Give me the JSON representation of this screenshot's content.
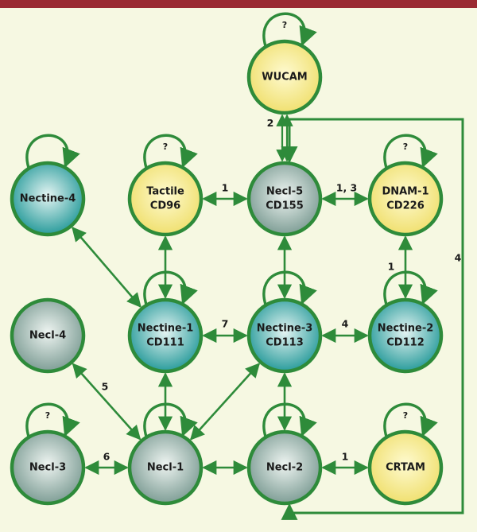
{
  "colors": {
    "background": "#f6f8e2",
    "top_bar": "#9a2a32",
    "edge": "#2e8b3a",
    "ring": "#2e8b3a",
    "teal_fill_center": "#e4f4f2",
    "teal_fill_edge": "#2a9c9c",
    "yellow_fill_center": "#fefad0",
    "yellow_fill_edge": "#f0e070",
    "grey_fill_center": "#eef4f1",
    "grey_fill_edge": "#7f9e96"
  },
  "nodes": [
    {
      "id": "wucam",
      "lines": [
        "WUCAM"
      ],
      "color": "yellow",
      "self_loop": true,
      "loop_label": "?"
    },
    {
      "id": "nectine4",
      "lines": [
        "Nectine-4"
      ],
      "color": "teal",
      "self_loop": true,
      "loop_label": ""
    },
    {
      "id": "tactile",
      "lines": [
        "Tactile",
        "CD96"
      ],
      "color": "yellow",
      "self_loop": true,
      "loop_label": "?"
    },
    {
      "id": "necl5",
      "lines": [
        "Necl-5",
        "CD155"
      ],
      "color": "grey",
      "self_loop": false,
      "loop_label": ""
    },
    {
      "id": "dnam1",
      "lines": [
        "DNAM-1",
        "CD226"
      ],
      "color": "yellow",
      "self_loop": true,
      "loop_label": "?"
    },
    {
      "id": "necl4",
      "lines": [
        "Necl-4"
      ],
      "color": "grey",
      "self_loop": false,
      "loop_label": ""
    },
    {
      "id": "nectine1",
      "lines": [
        "Nectine-1",
        "CD111"
      ],
      "color": "teal",
      "self_loop": true,
      "loop_label": ""
    },
    {
      "id": "nectine3",
      "lines": [
        "Nectine-3",
        "CD113"
      ],
      "color": "teal",
      "self_loop": true,
      "loop_label": ""
    },
    {
      "id": "nectine2",
      "lines": [
        "Nectine-2",
        "CD112"
      ],
      "color": "teal",
      "self_loop": true,
      "loop_label": ""
    },
    {
      "id": "necl3",
      "lines": [
        "Necl-3"
      ],
      "color": "grey",
      "self_loop": true,
      "loop_label": "?"
    },
    {
      "id": "necl1",
      "lines": [
        "Necl-1"
      ],
      "color": "grey",
      "self_loop": true,
      "loop_label": ""
    },
    {
      "id": "necl2",
      "lines": [
        "Necl-2"
      ],
      "color": "grey",
      "self_loop": true,
      "loop_label": ""
    },
    {
      "id": "crtam",
      "lines": [
        "CRTAM"
      ],
      "color": "yellow",
      "self_loop": true,
      "loop_label": "?"
    }
  ],
  "edges": [
    {
      "from": "wucam",
      "to": "necl5",
      "label": "2"
    },
    {
      "from": "tactile",
      "to": "necl5",
      "label": "1"
    },
    {
      "from": "necl5",
      "to": "dnam1",
      "label": "1, 3"
    },
    {
      "from": "dnam1",
      "to": "nectine2",
      "label": "1"
    },
    {
      "from": "nectine4",
      "to": "nectine1",
      "label": ""
    },
    {
      "from": "tactile",
      "to": "nectine1",
      "label": ""
    },
    {
      "from": "necl5",
      "to": "nectine3",
      "label": ""
    },
    {
      "from": "nectine1",
      "to": "nectine3",
      "label": "7"
    },
    {
      "from": "nectine3",
      "to": "nectine2",
      "label": "4"
    },
    {
      "from": "necl4",
      "to": "necl1",
      "label": "5"
    },
    {
      "from": "nectine1",
      "to": "necl1",
      "label": ""
    },
    {
      "from": "nectine3",
      "to": "necl1",
      "label": ""
    },
    {
      "from": "nectine3",
      "to": "necl2",
      "label": ""
    },
    {
      "from": "necl3",
      "to": "necl1",
      "label": "6"
    },
    {
      "from": "necl1",
      "to": "necl2",
      "label": ""
    },
    {
      "from": "necl2",
      "to": "crtam",
      "label": "1"
    },
    {
      "from": "necl5",
      "to": "necl2",
      "label": "4",
      "route": "right-loop"
    }
  ]
}
